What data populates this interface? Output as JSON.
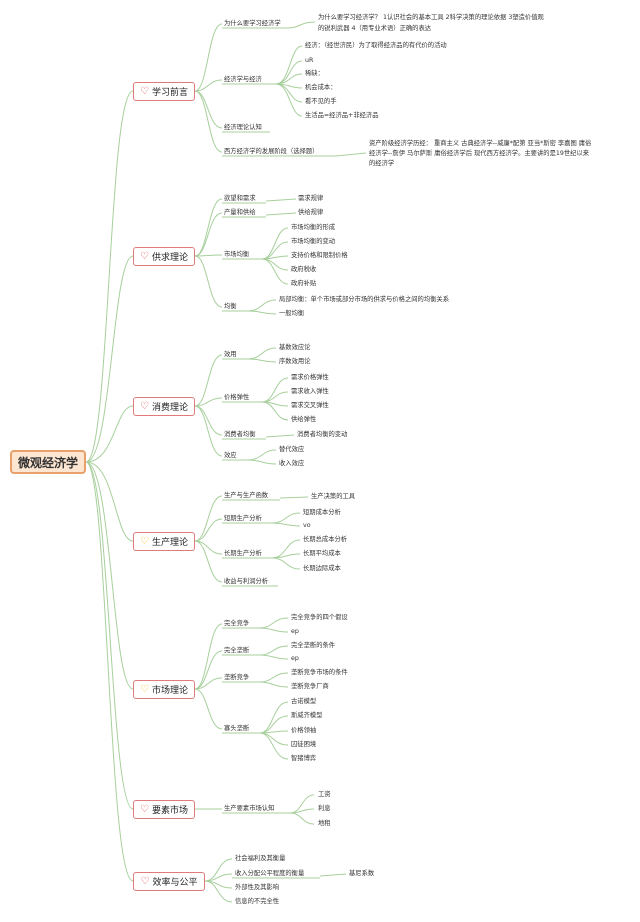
{
  "root": "微观经济学",
  "branches": {
    "b1": {
      "label": "学习前言",
      "items": {
        "why": "为什么要学习经济学",
        "why_detail_1": "为什么要学习经济学？ 1认识社会的基本工具 2科学决策的理论依据 3塑造价值观",
        "why_detail_2": "的锐利武器 4（用专业术语）正确的表达",
        "econ_econ": "经济学与经济",
        "c1": "经济：（经世济民）为了取得经济品的有代价的活动",
        "c2": "uR",
        "c3": "稀缺：",
        "c4": "机会成本：",
        "c5": "看不见的手",
        "c6": "生活品=经济品+非经济品",
        "cognition": "经济理论认知",
        "west": "西方经济学的发展阶段（选择题）",
        "west_detail_1": "资产阶级经济学历经： 重商主义 古典经济学--威廉*配第 亚当*斯密 李嘉图 庸俗",
        "west_detail_2": "经济学--詹伊 马尔萨斯 庸俗经济学后 现代西方经济学。主要讲的是19世纪以来",
        "west_detail_3": "的经济学"
      }
    },
    "b2": {
      "label": "供求理论",
      "items": {
        "desire": "欲望和需求",
        "desire_c": "需求规律",
        "prod": "产量和供给",
        "prod_c": "供给规律",
        "market": "市场均衡",
        "m1": "市场均衡的形成",
        "m2": "市场均衡的变动",
        "m3": "支持价格和限制价格",
        "m4": "政府税收",
        "m5": "政府补贴",
        "equil": "均衡",
        "e1": "局部均衡：单个市场或部分市场的供求与价格之间的均衡关系",
        "e2": "一般均衡"
      }
    },
    "b3": {
      "label": "消费理论",
      "items": {
        "util": "效用",
        "u1": "基数效应论",
        "u2": "序数效用论",
        "elastic": "价格弹性",
        "p1": "需求价格弹性",
        "p2": "需求收入弹性",
        "p3": "需求交叉弹性",
        "p4": "供给弹性",
        "cons": "消费者均衡",
        "cons_c": "消费者均衡的变动",
        "effect": "效应",
        "f1": "替代效应",
        "f2": "收入效应"
      }
    },
    "b4": {
      "label": "生产理论",
      "items": {
        "pf": "生产与生产函数",
        "pf_c": "生产决策的工具",
        "short": "短期生产分析",
        "s1": "短期成本分析",
        "s2": "vo",
        "long": "长期生产分析",
        "l1": "长期总成本分析",
        "l2": "长期平均成本",
        "l3": "长期边际成本",
        "rev": "收益与利润分析"
      }
    },
    "b5": {
      "label": "市场理论",
      "items": {
        "pc": "完全竞争",
        "pc1": "完全竞争的四个假设",
        "pc2": "ep",
        "mono": "完全垄断",
        "mo1": "完全垄断的条件",
        "mo2": "ep",
        "mc": "垄断竞争",
        "mc1": "垄断竞争市场的条件",
        "mc2": "垄断竞争厂商",
        "olig": "寡头垄断",
        "o1": "古诺模型",
        "o2": "斯威齐模型",
        "o3": "价格领袖",
        "o4": "囚徒困境",
        "o5": "智猪博弈"
      }
    },
    "b6": {
      "label": "要素市场",
      "items": {
        "fm": "生产要素市场认知",
        "w1": "工资",
        "w2": "利息",
        "w3": "地租"
      }
    },
    "b7": {
      "label": "效率与公平",
      "items": {
        "sw": "社会福利及其衡量",
        "inc": "收入分配公平程度的衡量",
        "inc_c": "基尼系数",
        "ext": "外部性及其影响",
        "info": "信息的不完全性"
      }
    }
  },
  "colors": {
    "line": "#a7cf9c",
    "root_border": "#e8a06c",
    "root_fill": "#fde6d1",
    "branch_border": "#e07b7b",
    "heart_red": "#e2474b",
    "heart_yellow": "#f3c11f"
  },
  "icons": {
    "red": "heart-icon",
    "yellow": "heart-icon-yellow"
  }
}
